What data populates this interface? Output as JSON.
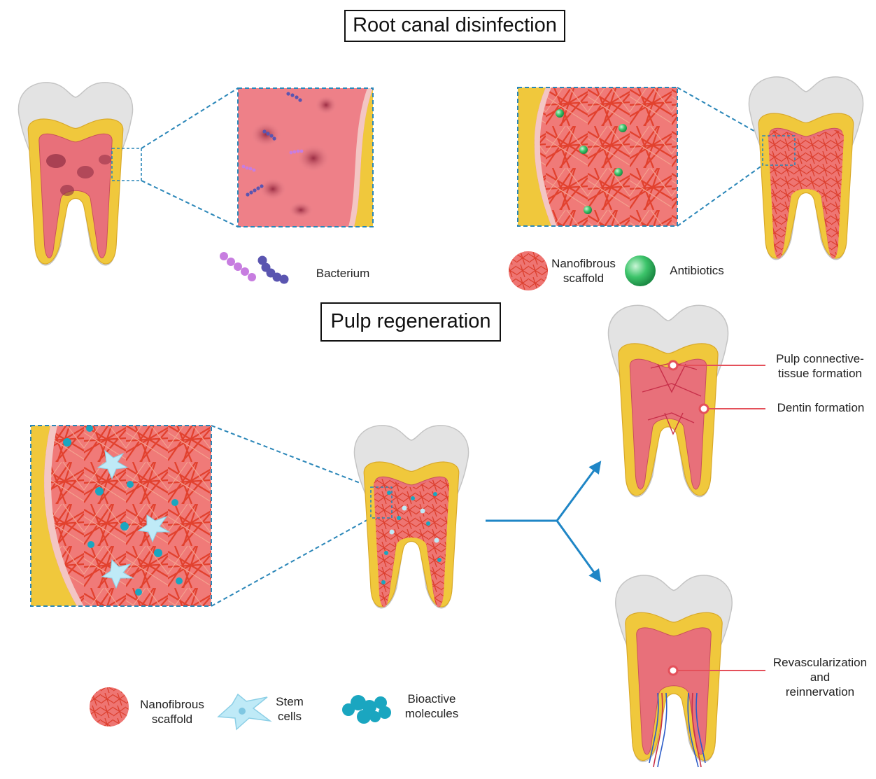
{
  "sections": {
    "disinfection_title": "Root canal disinfection",
    "regeneration_title": "Pulp regeneration"
  },
  "legend_top": {
    "bacterium": "Bacterium",
    "nanofibrous_1": "Nanofibrous",
    "nanofibrous_2": "scaffold",
    "antibiotics": "Antibiotics"
  },
  "legend_bottom": {
    "nanofibrous_1": "Nanofibrous",
    "nanofibrous_2": "scaffold",
    "stem_1": "Stem",
    "stem_2": "cells",
    "bioactive_1": "Bioactive",
    "bioactive_2": "molecules"
  },
  "outcomes": {
    "pulp_1": "Pulp connective-",
    "pulp_2": "tissue formation",
    "dentin": "Dentin formation",
    "revasc_1": "Revascularization",
    "revasc_2": "and",
    "revasc_3": "reinnervation"
  },
  "colors": {
    "enamel": "#e4e4e4",
    "dentin": "#f0c83c",
    "pulp": "#e8707a",
    "fiber": "#e84c3a",
    "zoom_line": "#2a86b8",
    "arrow": "#1f86c6",
    "bacterium_purple": "#5a55b0",
    "bacterium_pink": "#c77de0",
    "antibiotic": "#3cc46a",
    "stem_cell": "#bfeaf7",
    "bioactive": "#1aa6c0",
    "callout": "#e4505a"
  },
  "icons": [
    "tooth-icon",
    "bacterium-icon",
    "nanofiber-scaffold-icon",
    "antibiotic-sphere-icon",
    "stem-cell-icon",
    "bioactive-molecule-icon",
    "branch-arrow-icon"
  ]
}
